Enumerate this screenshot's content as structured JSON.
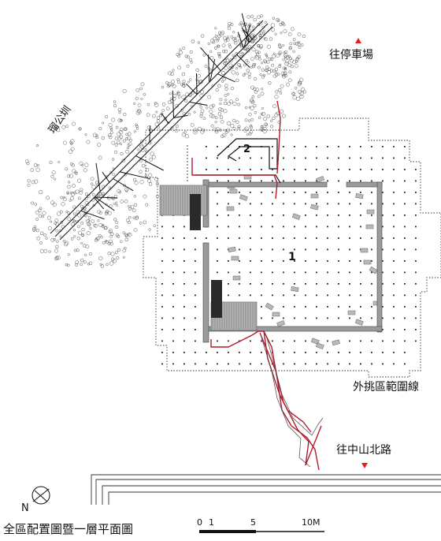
{
  "labels": {
    "parking": "往停車場",
    "road": "往中山北路",
    "overhang": "外挑區範圍線",
    "canal": "瑠公圳",
    "building_1": "1",
    "building_2": "2",
    "north": "N",
    "caption": "全區配置圖暨一層平面圖"
  },
  "scale_bar": {
    "ticks": [
      "0",
      "1",
      "5",
      "10M"
    ]
  },
  "colors": {
    "ink": "#111111",
    "path_red": "#b01c2e",
    "marker_red": "#e02020",
    "steel": "#8c8c8c",
    "fill_grey": "#a8a8a8",
    "dark_hatch": "#2a2a2a"
  }
}
